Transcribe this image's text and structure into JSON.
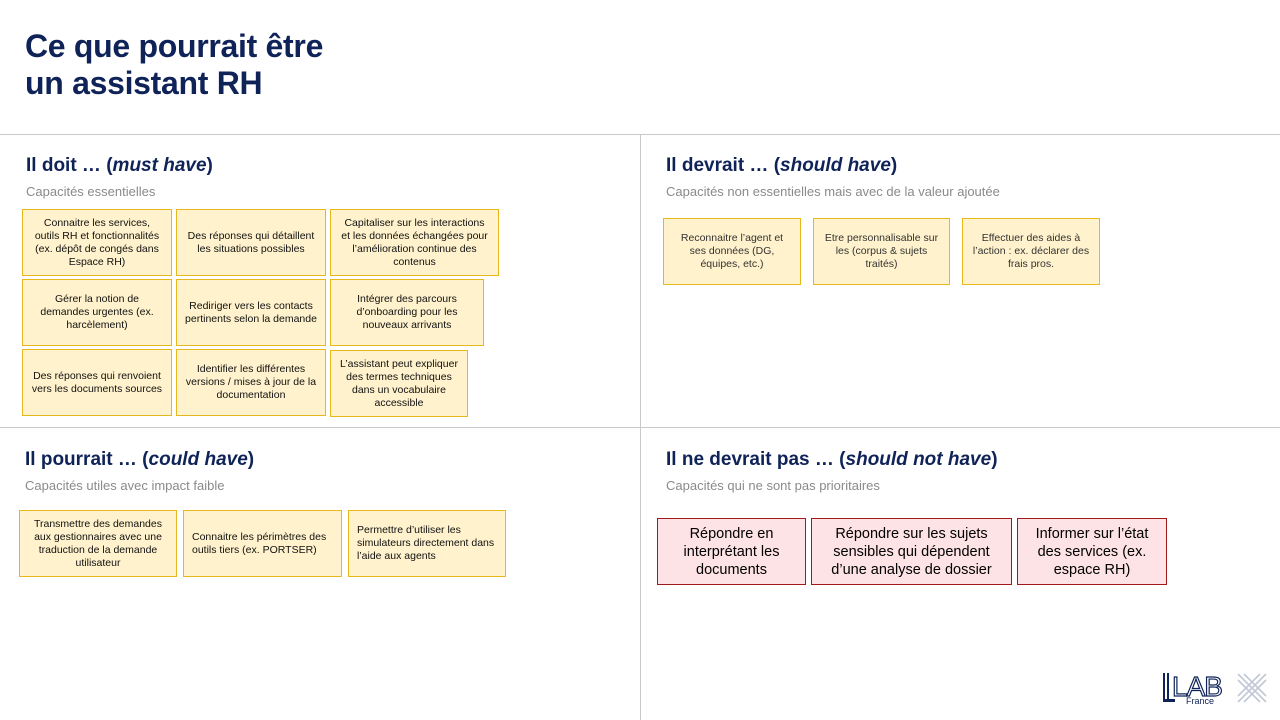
{
  "title_line1": "Ce que pourrait être",
  "title_line2": "un assistant RH",
  "quadrants": {
    "must": {
      "lead": "Il doit …",
      "open": " (",
      "term": "must have",
      "close": ")",
      "subtitle": "Capacités essentielles",
      "items": [
        "Connaitre les services, outils RH et fonctionnalités (ex. dépôt de congés dans Espace RH)",
        "Des réponses qui détaillent les situations possibles",
        "Capitaliser sur les interactions et les données échangées pour l’amélioration continue des contenus",
        "Gérer la notion de demandes urgentes (ex. harcèlement)",
        "Rediriger vers les contacts pertinents selon la demande",
        "Intégrer des parcours d’onboarding pour les nouveaux arrivants",
        "Des réponses qui renvoient vers les documents sources",
        "Identifier les différentes versions / mises à jour de la documentation",
        "L’assistant peut expliquer des termes techniques dans un vocabulaire accessible"
      ]
    },
    "should": {
      "lead": "Il devrait …",
      "open": " (",
      "term": "should have",
      "close": ")",
      "subtitle": "Capacités non essentielles mais avec de la valeur ajoutée",
      "items": [
        "Reconnaitre l’agent et ses données (DG, équipes, etc.)",
        "Etre personnalisable sur les (corpus & sujets traités)",
        "Effectuer des aides à l’action : ex. déclarer des frais pros."
      ]
    },
    "could": {
      "lead": "Il pourrait …",
      "open": " (",
      "term": "could have",
      "close": ")",
      "subtitle": "Capacités utiles avec impact faible",
      "items": [
        "Transmettre des demandes aux gestionnaires avec une traduction de la demande utilisateur",
        "Connaitre les périmètres des outils tiers (ex. PORTSER)",
        "Permettre d’utiliser les simulateurs directement dans l’aide aux agents"
      ]
    },
    "shouldnot": {
      "lead": "Il ne devrait pas …",
      "open": " (",
      "term": "should not have",
      "close": ")",
      "subtitle": "Capacités qui ne sont pas prioritaires",
      "items": [
        "Répondre en interprétant les documents",
        "Répondre sur les sujets sensibles qui dépendent d’une analyse de dossier",
        "Informer sur l’état des services (ex. espace RH)"
      ]
    }
  },
  "logo": {
    "main": "LAB",
    "sub": "France",
    "color": "#0f2358"
  },
  "colors": {
    "title": "#0f2358",
    "subtitle": "#8a8a8a",
    "note_fill": "#fff2cc",
    "note_border": "#e6b81c",
    "red_fill": "#fde3e6",
    "red_border": "#a01a1a",
    "divider": "#c9c9c9"
  }
}
